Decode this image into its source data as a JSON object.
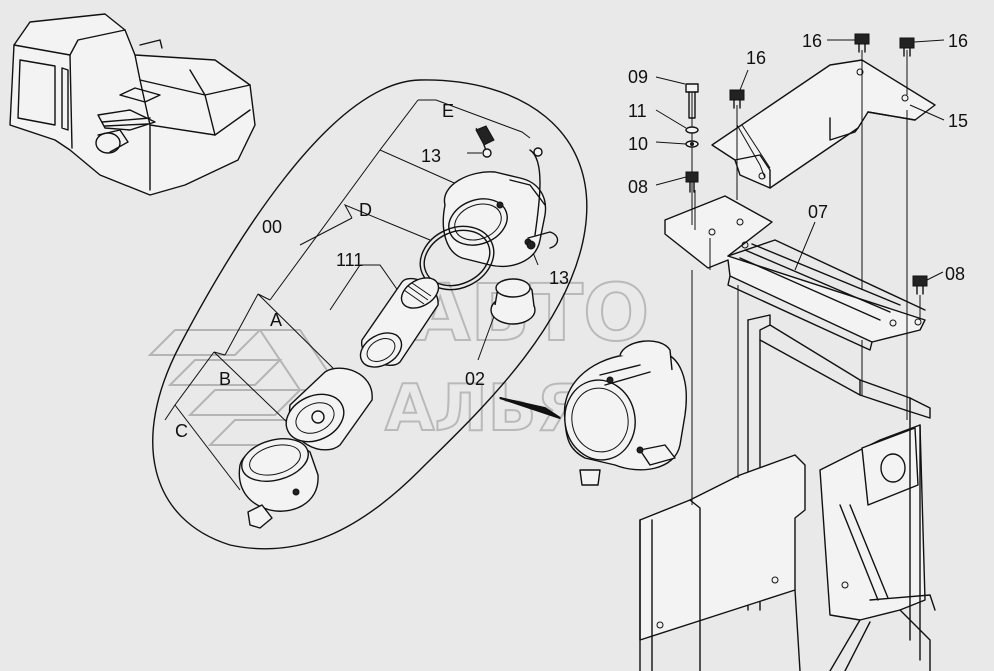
{
  "callouts": {
    "c00": "00",
    "cA": "A",
    "cB": "B",
    "cC": "C",
    "cD": "D",
    "cE": "E",
    "c111": "111",
    "c13a": "13",
    "c13b": "13",
    "c02": "02",
    "c09": "09",
    "c11": "11",
    "c10": "10",
    "c08a": "08",
    "c08b": "08",
    "c07": "07",
    "c15": "15",
    "c16a": "16",
    "c16b": "16",
    "c16c": "16"
  },
  "watermark": {
    "line1": "АВТО",
    "line2": "АЛЬЯНС"
  }
}
